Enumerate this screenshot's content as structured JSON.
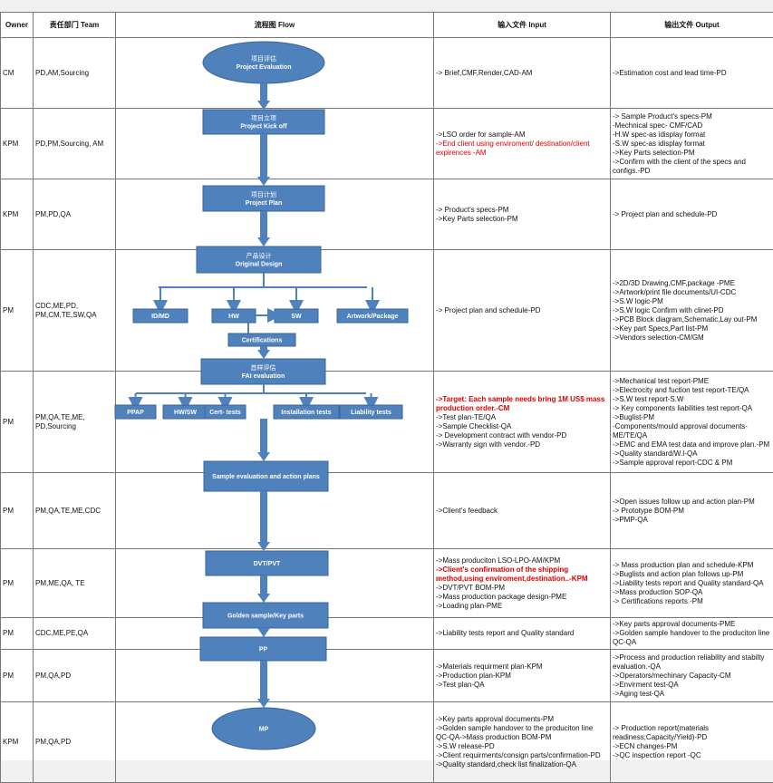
{
  "headers": {
    "owner": "Owner",
    "team": "责任部门 Team",
    "flow": "流程图 Flow",
    "input": "输入文件 Input",
    "output": "输出文件 Output"
  },
  "rows": [
    {
      "owner": "CM",
      "team": "PD,AM,Sourcing",
      "input": [
        {
          "t": "-> Brief,CMF,Render,CAD-AM",
          "s": ""
        }
      ],
      "output": [
        {
          "t": "->Estimation cost and lead time-PD",
          "s": ""
        }
      ]
    },
    {
      "owner": "KPM",
      "team": "PD,PM,Sourcing, AM",
      "input": [
        {
          "t": "->LSO order for sample-AM",
          "s": ""
        },
        {
          "t": "->End client using enviroment/ destination/client expirences -AM",
          "s": "red"
        }
      ],
      "output": [
        {
          "t": "-> Sample Product's specs-PM",
          "s": ""
        },
        {
          "t": "-Mechnical spec- CMF/CAD",
          "s": ""
        },
        {
          "t": "-H.W spec-as idisplay format",
          "s": ""
        },
        {
          "t": "-S.W spec-as idisplay format",
          "s": ""
        },
        {
          "t": "->Key Parts selection-PM",
          "s": ""
        },
        {
          "t": "->Confirm with the client of the specs and configs.-PD",
          "s": ""
        }
      ]
    },
    {
      "owner": "KPM",
      "team": "PM,PD,QA",
      "input": [
        {
          "t": "-> Product's specs-PM",
          "s": ""
        },
        {
          "t": "->Key Parts selection-PM",
          "s": ""
        }
      ],
      "output": [
        {
          "t": "-> Project plan and schedule-PD",
          "s": ""
        }
      ]
    },
    {
      "owner": "PM",
      "team": "CDC,ME,PD, PM,CM,TE,SW,QA",
      "input": [
        {
          "t": "-> Project plan and schedule-PD",
          "s": ""
        }
      ],
      "output": [
        {
          "t": "->2D/3D Drawing,CMF,package -PME",
          "s": ""
        },
        {
          "t": "->Artwork/print file documents/UI-CDC",
          "s": ""
        },
        {
          "t": "->S.W logic-PM",
          "s": ""
        },
        {
          "t": "->S.W logic Confirm with clinet-PD",
          "s": ""
        },
        {
          "t": "->PCB Block diagram,Schematic,Lay out-PM",
          "s": ""
        },
        {
          "t": "->Key part Specs,Part list-PM",
          "s": ""
        },
        {
          "t": "->Vendors selection-CM/GM",
          "s": ""
        }
      ]
    },
    {
      "owner": "PM",
      "team": "PM,QA,TE,ME, PD,Sourcing",
      "input": [
        {
          "t": "->Target: Each sample needs bring 1M US$ mass production order.-CM",
          "s": "redb"
        },
        {
          "t": "->Test plan-TE/QA",
          "s": ""
        },
        {
          "t": "->Sample Checklist-QA",
          "s": ""
        },
        {
          "t": "-> Development contract with vendor-PD",
          "s": ""
        },
        {
          "t": "->Warranty sign with vendor.-PD",
          "s": ""
        }
      ],
      "output": [
        {
          "t": "->Mechanical test report-PME",
          "s": ""
        },
        {
          "t": "->Electrocity and fuction test report-TE/QA",
          "s": ""
        },
        {
          "t": "->S.W test report-S.W",
          "s": ""
        },
        {
          "t": "-> Key components liabilities test report-QA",
          "s": ""
        },
        {
          "t": "->Buglist-PM",
          "s": ""
        },
        {
          "t": "-Components/mould approval documents-ME/TE/QA",
          "s": ""
        },
        {
          "t": "->EMC and EMA test data and improve plan.-PM",
          "s": ""
        },
        {
          "t": "->Quality standard/W.I-QA",
          "s": ""
        },
        {
          "t": "->Sample approval report-CDC & PM",
          "s": ""
        }
      ]
    },
    {
      "owner": "PM",
      "team": "PM,QA,TE,ME,CDC",
      "input": [
        {
          "t": "->Client's feedback",
          "s": ""
        }
      ],
      "output": [
        {
          "t": "->Open issues follow up and action plan-PM",
          "s": ""
        },
        {
          "t": "-> Prototype BOM-PM",
          "s": ""
        },
        {
          "t": "->PMP-QA",
          "s": ""
        }
      ]
    },
    {
      "owner": "PM",
      "team": "PM,ME,QA, TE",
      "input": [
        {
          "t": "->Mass produciton LSO-LPO-AM/KPM",
          "s": ""
        },
        {
          "t": "->Client's confirmation of the shipping method,using enviroment,destination..-KPM",
          "s": "redb"
        },
        {
          "t": "->DVT/PVT BOM-PM",
          "s": ""
        },
        {
          "t": "->Mass production package design-PME",
          "s": ""
        },
        {
          "t": "->Loading plan-PME",
          "s": ""
        }
      ],
      "output": [
        {
          "t": "-> Mass production plan and schedule-KPM",
          "s": ""
        },
        {
          "t": "->Buglists and action plan follows up-PM",
          "s": ""
        },
        {
          "t": "->Liability tests report and Quality standard-QA",
          "s": ""
        },
        {
          "t": "->Mass production SOP-QA",
          "s": ""
        },
        {
          "t": "-> Certifications reports.-PM",
          "s": ""
        }
      ]
    },
    {
      "owner": "PM",
      "team": "CDC,ME,PE,QA",
      "input": [
        {
          "t": "->Liability tests report and Quality standard",
          "s": ""
        }
      ],
      "output": [
        {
          "t": "->Key parts approval documents-PME",
          "s": ""
        },
        {
          "t": "->Golden sample handover to the produciton line QC-QA",
          "s": ""
        }
      ]
    },
    {
      "owner": "PM",
      "team": "PM,QA,PD",
      "input": [
        {
          "t": "->Materials requirment plan-KPM",
          "s": ""
        },
        {
          "t": "->Production plan-KPM",
          "s": ""
        },
        {
          "t": "->Test plan-QA",
          "s": ""
        }
      ],
      "output": [
        {
          "t": "->Process and production reliability and stabilty evaluation.-QA",
          "s": ""
        },
        {
          "t": "->Operators/mechinary Capacity-CM",
          "s": ""
        },
        {
          "t": "->Envirment test-QA",
          "s": ""
        },
        {
          "t": "->Aging test-QA",
          "s": ""
        }
      ]
    },
    {
      "owner": "KPM",
      "team": "PM,QA,PD",
      "input": [
        {
          "t": "->Key parts approval documents-PM",
          "s": ""
        },
        {
          "t": "->Golden sample handover to the produciton line QC-QA->Mass production BOM-PM",
          "s": ""
        },
        {
          "t": "->S.W release-PD",
          "s": ""
        },
        {
          "t": "->Client requirments/consign parts/confirmation-PD",
          "s": ""
        },
        {
          "t": "->Quality standard,check list finalization-QA",
          "s": ""
        }
      ],
      "output": [
        {
          "t": "-> Production report(materials readiness;Capacity/Yield)-PD",
          "s": ""
        },
        {
          "t": "->ECN changes-PM",
          "s": ""
        },
        {
          "t": "->QC inspection report -QC",
          "s": ""
        }
      ]
    }
  ],
  "flow": {
    "evaluation": {
      "cn": "项目评估",
      "en": "Project Evaluation"
    },
    "kickoff": {
      "cn": "项目立项",
      "en": "Project Kick off"
    },
    "plan": {
      "cn": "项目计划",
      "en": "Project Plan"
    },
    "design": {
      "cn": "产品设计",
      "en": "Original Design"
    },
    "design_subs": [
      "ID/MD",
      "HW",
      "SW",
      "Artwork/Package"
    ],
    "certifications": "Certifications",
    "fai": {
      "cn": "首样评估",
      "en": "FAI evaluation"
    },
    "fai_subs": [
      "PPAP",
      "HW/SW",
      "Cert- tests",
      "Installation tests",
      "Liability tests"
    ],
    "sample_eval": "Sample  evaluation  and  action plans",
    "dvt": "DVT/PVT",
    "golden": "Golden sample/Key parts",
    "pp": "PP",
    "mp": "MP"
  },
  "colors": {
    "box": "#4f81bd",
    "box_border": "#3a6595",
    "highlight": "#e00000"
  }
}
